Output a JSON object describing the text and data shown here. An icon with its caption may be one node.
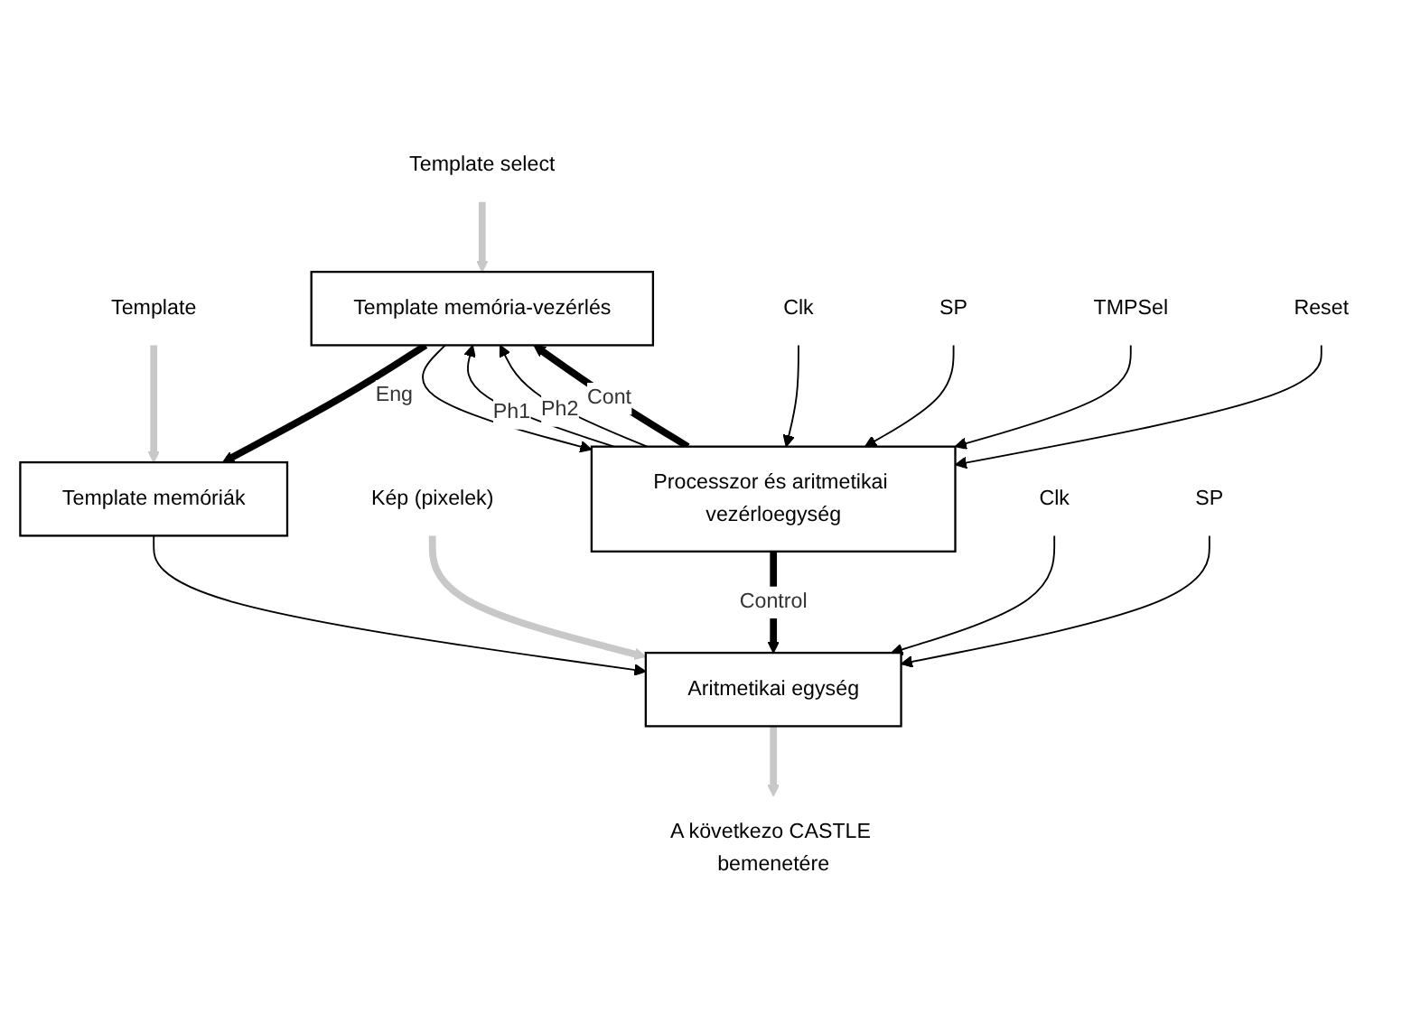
{
  "diagram": {
    "nodes": [
      {
        "text": [
          "Template"
        ]
      },
      {
        "text": [
          "Template select"
        ]
      },
      {
        "text": [
          "Template memória-vezérlés"
        ]
      },
      {
        "text": [
          "Template memóriák"
        ]
      },
      {
        "text": [
          "Kép (pixelek)"
        ]
      },
      {
        "text": [
          "Clk"
        ]
      },
      {
        "text": [
          "SP"
        ]
      },
      {
        "text": [
          "TMPSel"
        ]
      },
      {
        "text": [
          "Reset"
        ]
      },
      {
        "text": [
          "Processzor és aritmetikai vezérloegység"
        ]
      },
      {
        "text": [
          "Clk"
        ]
      },
      {
        "text": [
          "SP"
        ]
      },
      {
        "text": [
          "Aritmetikai egység"
        ]
      },
      {
        "text": [
          "A következo CASTLE bemenetére"
        ]
      }
    ],
    "edges": [
      {
        "from": 0,
        "to": 3,
        "arrow": "to",
        "style": "thick",
        "color": "#c8c8c8"
      },
      {
        "from": 1,
        "to": 2,
        "arrow": "to",
        "style": "thick",
        "color": "#c8c8c8"
      },
      {
        "from": 2,
        "to": 3,
        "arrow": "to",
        "style": "thick"
      },
      {
        "from": 4,
        "to": 12,
        "arrow": "to",
        "style": "thick",
        "color": "#c8c8c8"
      },
      {
        "from": 9,
        "to": 2,
        "arrow": "to",
        "label": "Ph1"
      },
      {
        "from": 9,
        "to": 2,
        "arrow": "to",
        "label": "Ph2"
      },
      {
        "from": 9,
        "to": 2,
        "arrow": "to",
        "label": "Cont",
        "style": "thick"
      },
      {
        "from": 2,
        "to": 9,
        "arrow": "to",
        "label": "Eng"
      },
      {
        "from": 5,
        "to": 9,
        "arrow": "to"
      },
      {
        "from": 6,
        "to": 9,
        "arrow": "to"
      },
      {
        "from": 7,
        "to": 9,
        "arrow": "to"
      },
      {
        "from": 8,
        "to": 9,
        "arrow": "to"
      },
      {
        "from": 9,
        "to": 12,
        "arrow": "to",
        "label": "Control",
        "style": "thick"
      },
      {
        "from": 10,
        "to": 12,
        "arrow": "to"
      },
      {
        "from": 11,
        "to": 12,
        "arrow": "to"
      },
      {
        "from": 3,
        "to": 12,
        "arrow": "to"
      },
      {
        "from": 12,
        "to": 13,
        "arrow": "to",
        "style": "thick",
        "color": "#c8c8c8"
      }
    ]
  }
}
